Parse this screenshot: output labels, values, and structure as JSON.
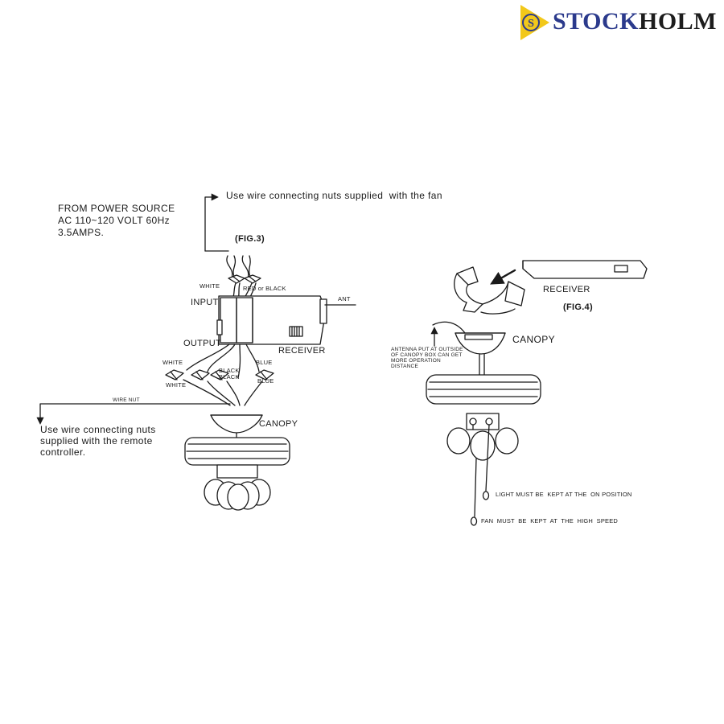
{
  "brand": {
    "word1": "STOCK",
    "word2": "HOLM",
    "emblem_letter": "S",
    "colors": {
      "navy": "#2b3a8c",
      "gold": "#f2c81a"
    }
  },
  "fig3": {
    "title": "(FIG.3)",
    "nuts_note": "Use wire connecting nuts supplied  with the fan",
    "power_source": [
      "FROM POWER SOURCE",
      "AC 110~120 VOLT 60Hz",
      "3.5AMPS."
    ],
    "labels": {
      "white_top": "WHITE",
      "red_or_black": "RED or BLACK",
      "input": "INPUT",
      "ant": "ANT",
      "output": "OUTPUT",
      "receiver": "RECEIVER",
      "white_a": "WHITE",
      "white_b": "WHITE",
      "black_a": "BLACK",
      "black_b": "BLACK",
      "blue_a": "BLUE",
      "blue_b": "BLUE",
      "wire_nut": "WIRE NUT",
      "canopy": "CANOPY"
    },
    "remote_note": [
      "Use wire connecting nuts",
      "supplied with the remote",
      "controller."
    ]
  },
  "fig4": {
    "title": "(FIG.4)",
    "receiver": "RECEIVER",
    "canopy": "CANOPY",
    "antenna_note": [
      "ANTENNA PUT AT OUTSIDE",
      "OF CANOPY BOX CAN GET",
      "MORE OPERATION",
      "DISTANCE"
    ],
    "light_note": "LIGHT MUST BE  KEPT AT THE  ON POSITION",
    "fan_note": "FAN  MUST  BE  KEPT  AT  THE  HIGH  SPEED"
  }
}
